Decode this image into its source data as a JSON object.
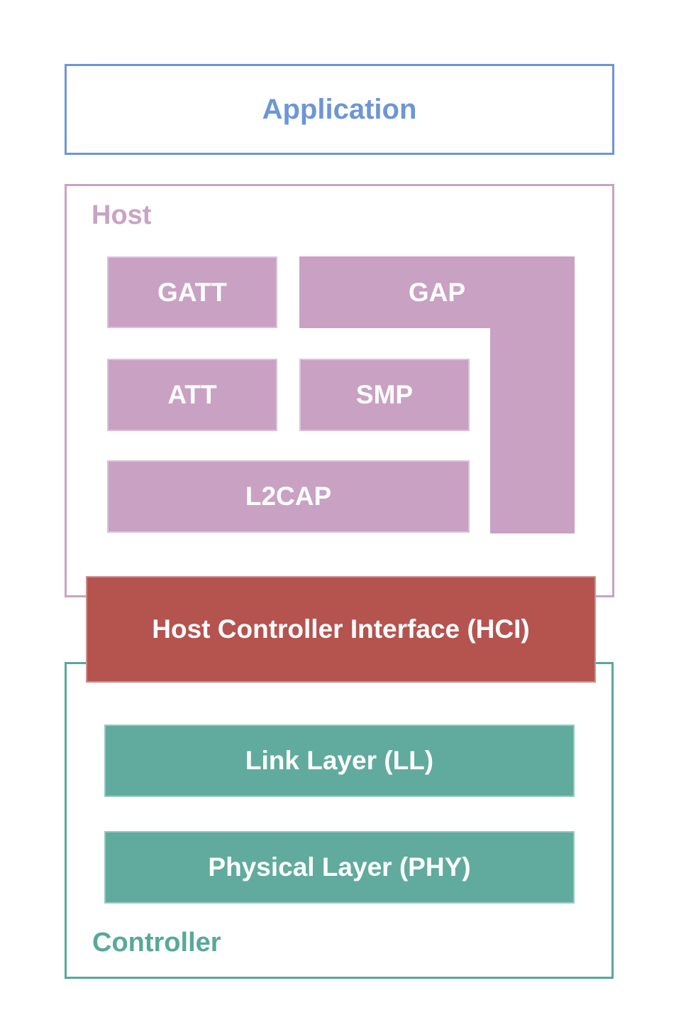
{
  "application": {
    "label": "Application"
  },
  "host": {
    "label": "Host",
    "blocks": {
      "gatt": "GATT",
      "gap": "GAP",
      "att": "ATT",
      "smp": "SMP",
      "l2cap": "L2CAP"
    }
  },
  "hci": {
    "label": "Host Controller Interface (HCI)"
  },
  "controller": {
    "label": "Controller",
    "blocks": {
      "ll": "Link Layer (LL)",
      "phy": "Physical Layer (PHY)"
    }
  },
  "colors": {
    "accent-blue": "#6d96d7",
    "pink-fill": "#c9a1c3",
    "pink-border": "#c9a2c4",
    "red-fill": "#b5534f",
    "teal-fill": "#60ab9e",
    "teal-border": "#58a89a"
  }
}
